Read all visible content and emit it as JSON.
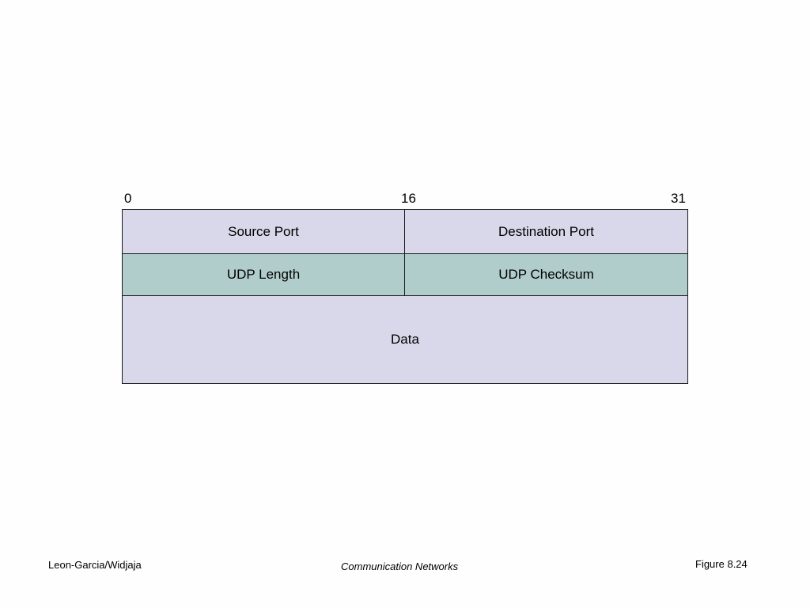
{
  "bit_positions": {
    "start": "0",
    "middle": "16",
    "end": "31"
  },
  "fields": {
    "source_port": "Source Port",
    "destination_port": "Destination Port",
    "udp_length": "UDP Length",
    "udp_checksum": "UDP Checksum",
    "data": "Data"
  },
  "footer": {
    "authors": "Leon-Garcia/Widjaja",
    "book_title": "Communication Networks",
    "figure_label": "Figure 8.24"
  },
  "colors": {
    "row_primary": "#d8d8ea",
    "row_secondary": "#b0cccb",
    "border": "#1a1a1a"
  }
}
